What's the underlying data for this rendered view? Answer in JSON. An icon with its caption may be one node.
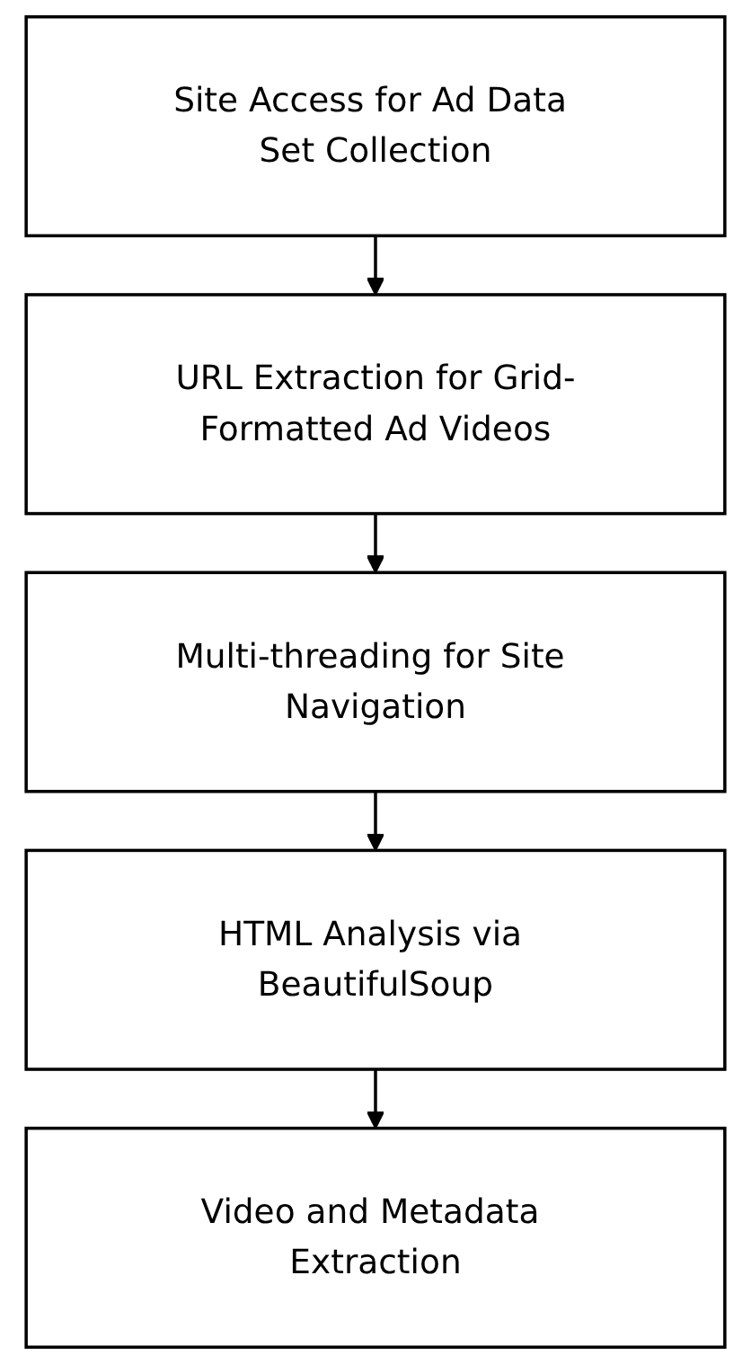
{
  "diagram": {
    "nodes": [
      {
        "text": [
          "Site Access for Ad Data Set Collection"
        ]
      },
      {
        "text": [
          "URL Extraction for Grid-Formatted Ad Videos"
        ]
      },
      {
        "text": [
          "Multi-threading for Site Navigation"
        ]
      },
      {
        "text": [
          "HTML Analysis via BeautifulSoup"
        ]
      },
      {
        "text": [
          "Video and Metadata Extraction"
        ]
      }
    ],
    "edges": [
      {
        "from": 0,
        "to": 1,
        "arrow": "to"
      },
      {
        "from": 1,
        "to": 2,
        "arrow": "to"
      },
      {
        "from": 2,
        "to": 3,
        "arrow": "to"
      },
      {
        "from": 3,
        "to": 4,
        "arrow": "to"
      }
    ]
  }
}
